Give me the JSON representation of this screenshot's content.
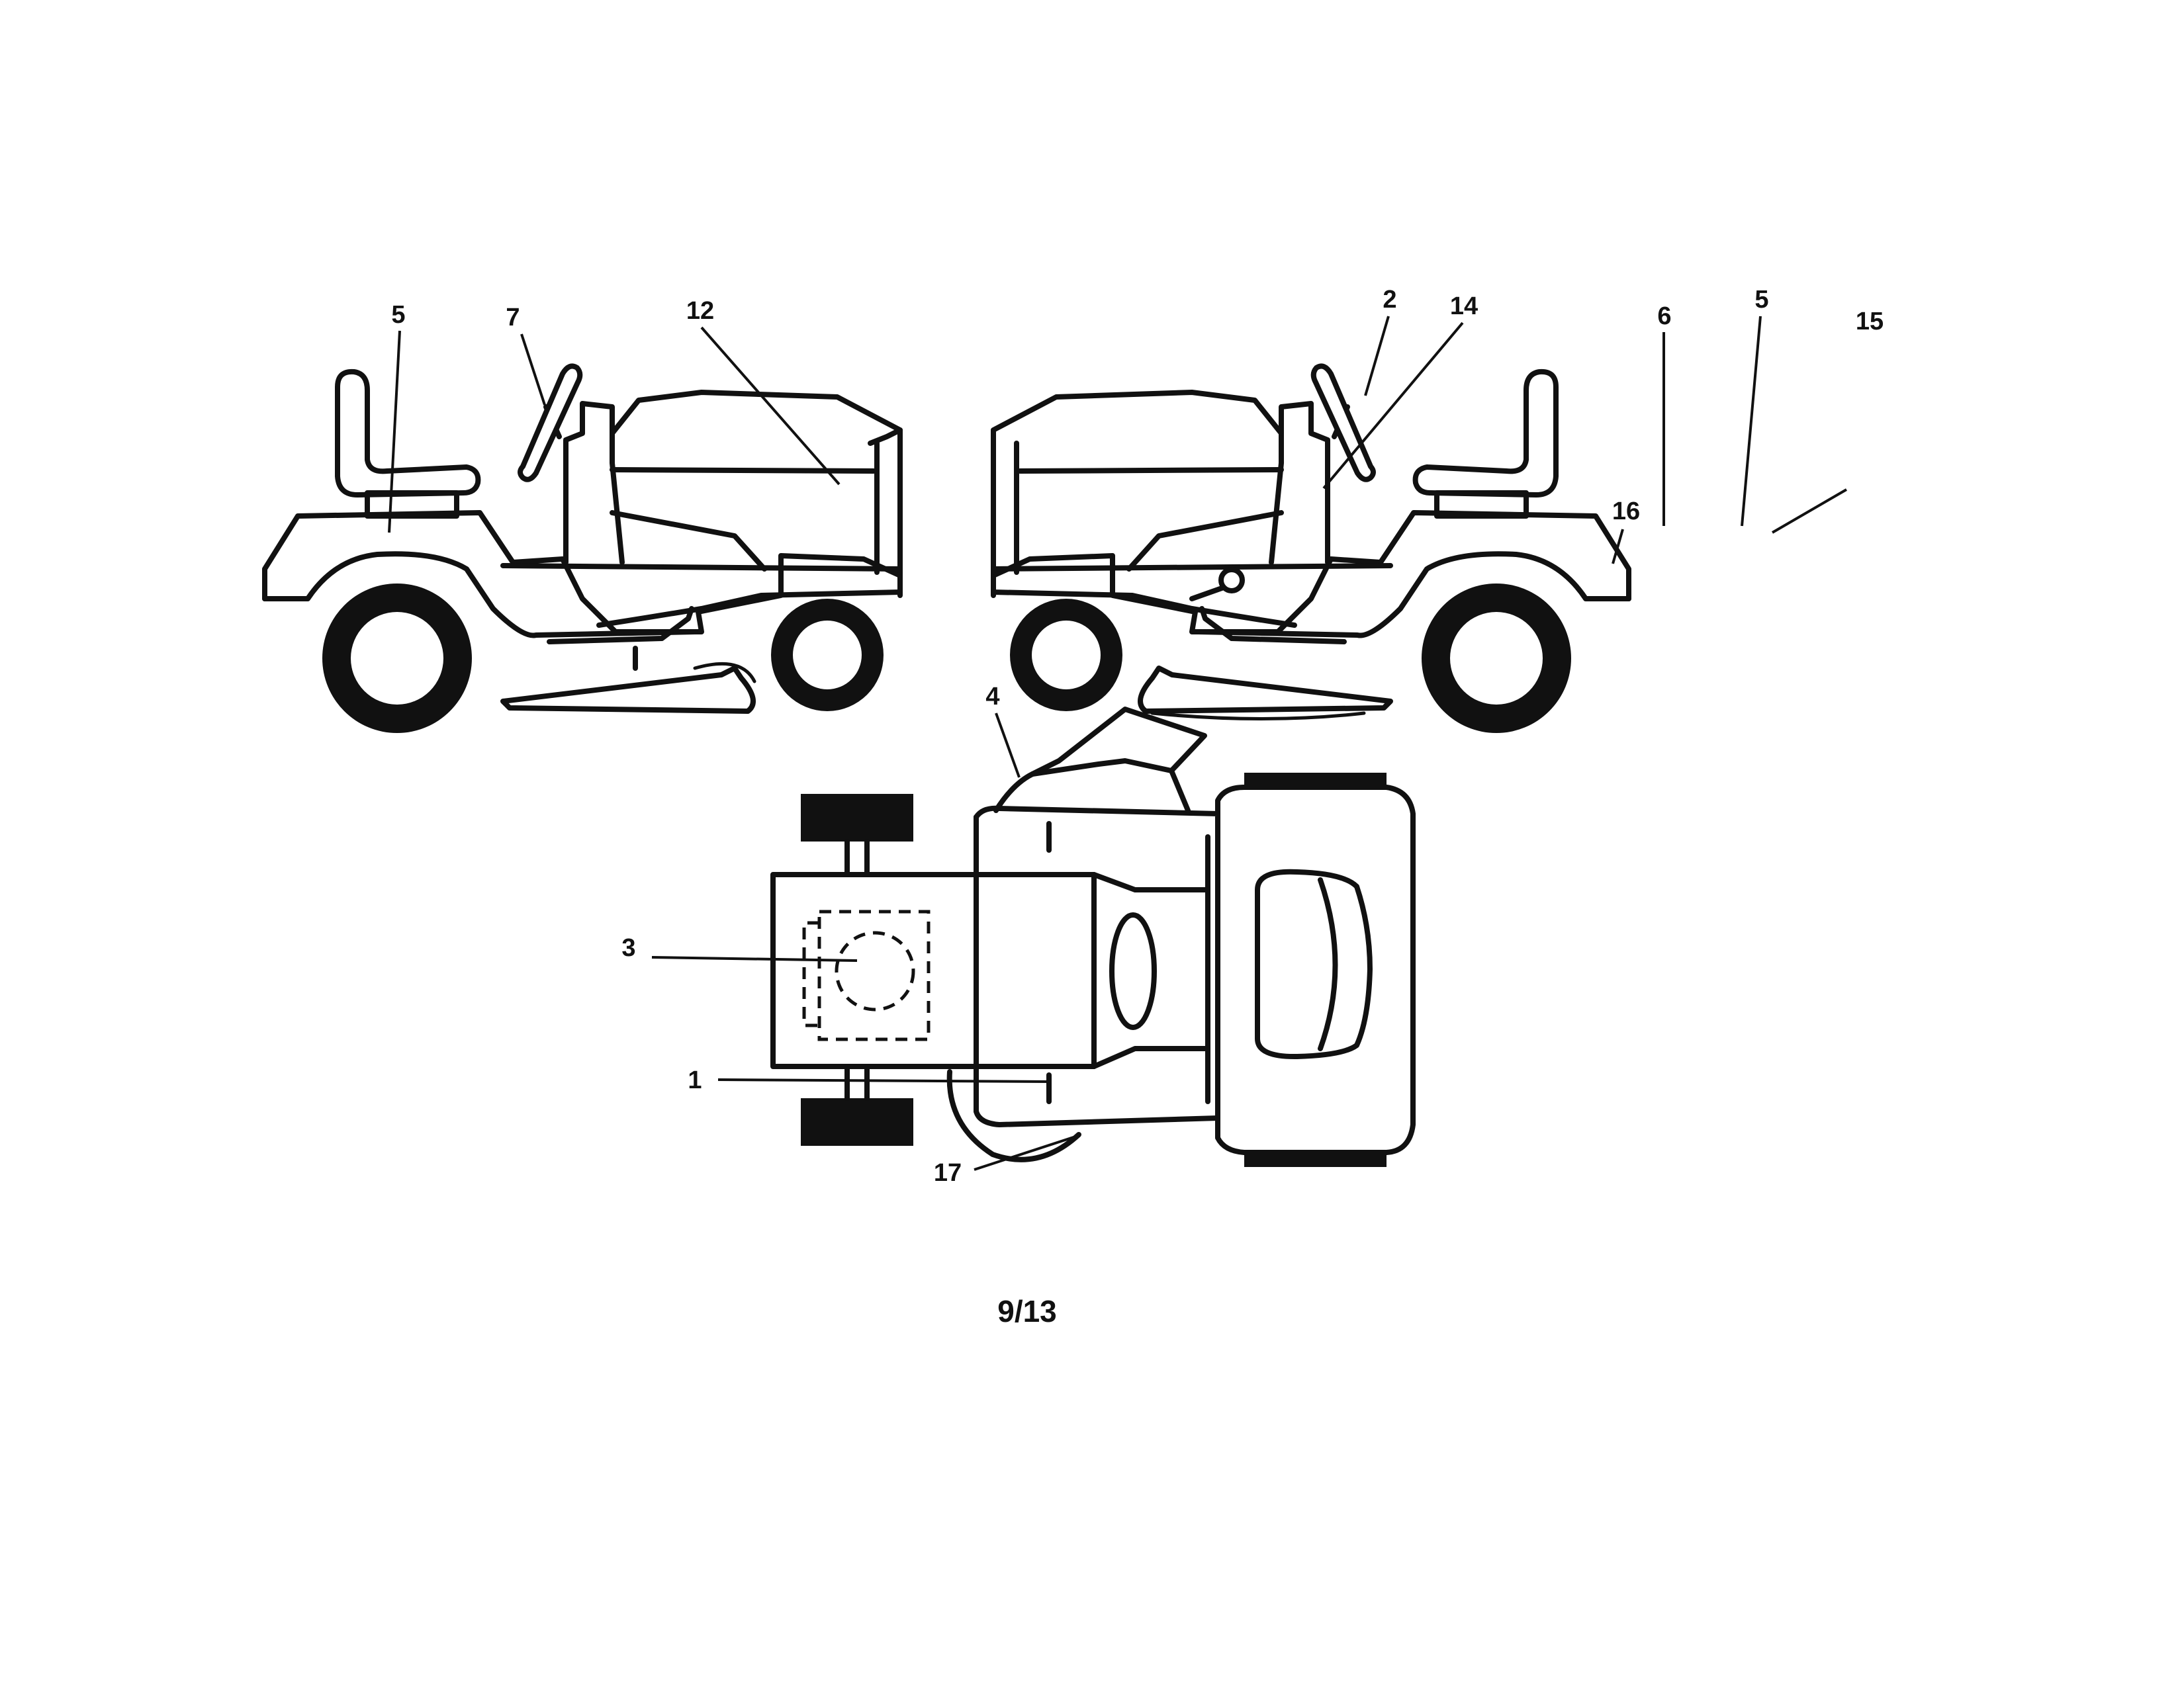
{
  "callouts": {
    "left_view": [
      "5",
      "7",
      "12"
    ],
    "right_view": [
      "2",
      "14",
      "6",
      "5",
      "15",
      "16"
    ],
    "top_view": [
      "4",
      "3",
      "1",
      "17"
    ]
  },
  "page_number": "9/13"
}
